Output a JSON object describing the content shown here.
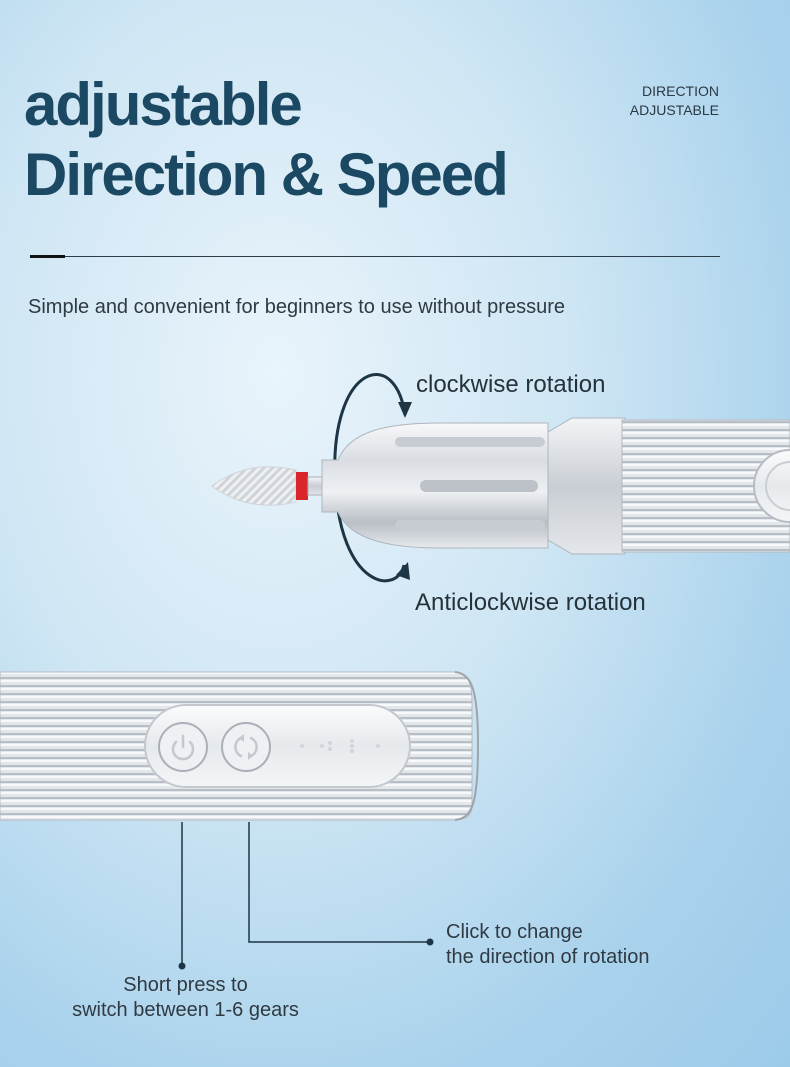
{
  "header": {
    "title_line1": "adjustable",
    "title_line2": "Direction & Speed",
    "corner_line1": "DIRECTION",
    "corner_line2": "ADJUSTABLE"
  },
  "subtitle": "Simple and convenient for beginners to use without pressure",
  "rotation": {
    "clockwise_label": "clockwise rotation",
    "anticlockwise_label": "Anticlockwise rotation"
  },
  "callouts": {
    "direction_line1": "Click to change",
    "direction_line2": "the direction of rotation",
    "gears_line1": "Short press to",
    "gears_line2": "switch between 1-6 gears"
  },
  "colors": {
    "title": "#1b4862",
    "accent_red": "#d9262b",
    "leader": "#1d3545"
  },
  "icons": {
    "power_button": "power-icon",
    "direction_button": "direction-toggle-icon"
  }
}
